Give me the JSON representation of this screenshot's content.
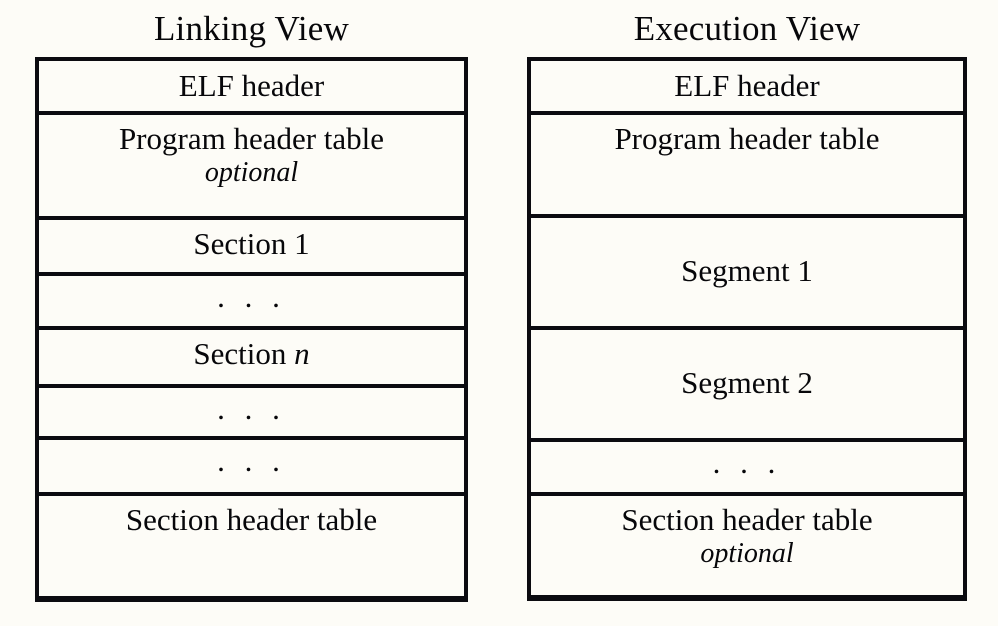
{
  "figure": {
    "background_color": "#fdfcf7",
    "line_color": "#0b0b10",
    "text_color": "#07070a"
  },
  "columns": [
    {
      "id": "linking-view",
      "title": "Linking View",
      "rows": [
        {
          "id": "elf-header",
          "primary": "ELF header",
          "secondary": "",
          "dots": false
        },
        {
          "id": "program-header-table",
          "primary": "Program header table",
          "secondary": "optional",
          "dots": false
        },
        {
          "id": "section-1",
          "primary": "Section 1",
          "secondary": "",
          "dots": false
        },
        {
          "id": "ellipsis-1",
          "primary": "",
          "secondary": "",
          "dots": true,
          "dots_text": ". . ."
        },
        {
          "id": "section-n",
          "primary": "Section n",
          "primary_prefix": "Section ",
          "primary_symbol": "n",
          "secondary": "",
          "dots": false
        },
        {
          "id": "ellipsis-2",
          "primary": "",
          "secondary": "",
          "dots": true,
          "dots_text": ". . ."
        },
        {
          "id": "ellipsis-3",
          "primary": "",
          "secondary": "",
          "dots": true,
          "dots_text": ". . ."
        },
        {
          "id": "section-header-table",
          "primary": "Section header table",
          "secondary": "",
          "dots": false
        }
      ]
    },
    {
      "id": "execution-view",
      "title": "Execution View",
      "rows": [
        {
          "id": "elf-header",
          "primary": "ELF header",
          "secondary": "",
          "dots": false
        },
        {
          "id": "program-header-table",
          "primary": "Program header table",
          "secondary": "",
          "dots": false
        },
        {
          "id": "segment-1",
          "primary": "Segment 1",
          "secondary": "",
          "dots": false
        },
        {
          "id": "segment-2",
          "primary": "Segment 2",
          "secondary": "",
          "dots": false
        },
        {
          "id": "ellipsis-1",
          "primary": "",
          "secondary": "",
          "dots": true,
          "dots_text": ". . ."
        },
        {
          "id": "section-header-table",
          "primary": "Section header table",
          "secondary": "optional",
          "dots": false
        }
      ]
    }
  ]
}
